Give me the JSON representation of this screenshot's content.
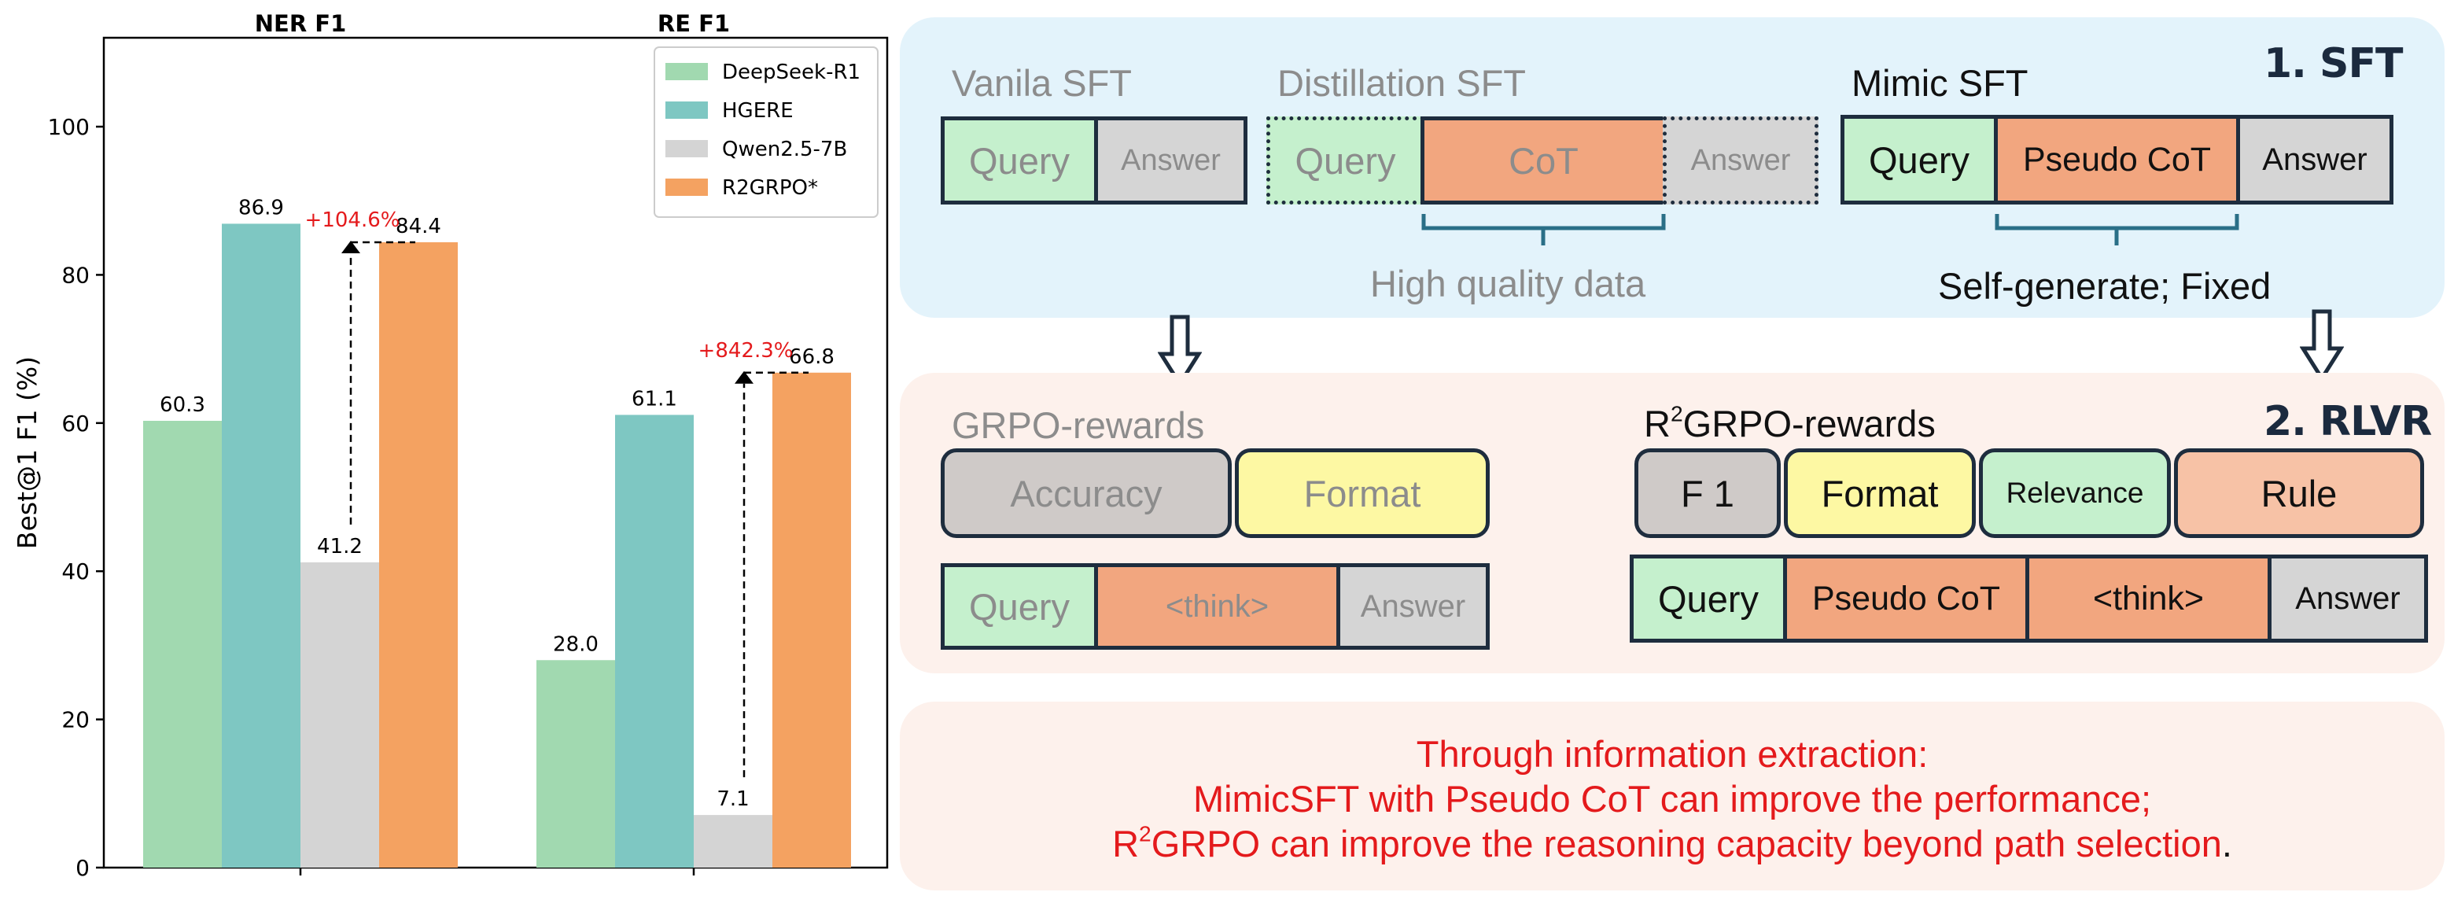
{
  "chart_data": {
    "type": "bar",
    "categories": [
      "NER F1",
      "RE F1"
    ],
    "series": [
      {
        "name": "DeepSeek-R1",
        "color": "#a1d9b0",
        "values": [
          60.3,
          28.0
        ]
      },
      {
        "name": "HGERE",
        "color": "#7ec7c2",
        "values": [
          86.9,
          61.1
        ]
      },
      {
        "name": "Qwen2.5-7B",
        "color": "#d4d4d4",
        "values": [
          41.2,
          7.1
        ]
      },
      {
        "name": "R2GRPO*",
        "color": "#f4a261",
        "values": [
          84.4,
          66.8
        ]
      }
    ],
    "value_labels": [
      [
        "60.3",
        "28.0"
      ],
      [
        "86.9",
        "61.1"
      ],
      [
        "41.2",
        "7.1"
      ],
      [
        "84.4",
        "66.8"
      ]
    ],
    "ylabel": "Best@1 F1 (%)",
    "ylim": [
      0,
      112
    ],
    "yticks": [
      0,
      20,
      40,
      60,
      80,
      100
    ],
    "annotations": [
      {
        "category": 0,
        "text": "+104.6%",
        "from_series": 2,
        "to_series": 3
      },
      {
        "category": 1,
        "text": "+842.3%",
        "from_series": 2,
        "to_series": 3
      }
    ],
    "annotation_color": "#e41a1c",
    "legend": "top-right",
    "grid": false
  },
  "sft": {
    "step_label": "1. SFT",
    "vanilla": {
      "title": "Vanila SFT",
      "query": "Query",
      "answer": "Answer"
    },
    "distill": {
      "title": "Distillation SFT",
      "query": "Query",
      "cot": "CoT",
      "answer": "Answer",
      "caption": "High quality data"
    },
    "mimic": {
      "title": "Mimic SFT",
      "query": "Query",
      "cot": "Pseudo CoT",
      "answer": "Answer",
      "caption": "Self-generate; Fixed"
    }
  },
  "rlvr": {
    "step_label": "2. RLVR",
    "grpo": {
      "title": "GRPO-rewards",
      "accuracy": "Accuracy",
      "format": "Format",
      "query": "Query",
      "think": "<think>",
      "answer": "Answer"
    },
    "r2grpo": {
      "title_r": "R",
      "title_sup": "2",
      "title_rest": "GRPO-rewards",
      "f1": "F 1",
      "format": "Format",
      "relevance": "Relevance",
      "rule": "Rule",
      "query": "Query",
      "cot": "Pseudo CoT",
      "think": "<think>",
      "answer": "Answer"
    }
  },
  "conclusion": {
    "line1": "Through information extraction:",
    "line2": "MimicSFT with Pseudo CoT can improve the performance;",
    "line3_r": "R",
    "line3_sup": "2",
    "line3_rest": "GRPO can improve the reasoning capacity beyond path selection",
    "line3_period": "."
  },
  "colors": {
    "border": "#1e2d3e",
    "bracket": "#2a6f87",
    "sft_panel": "#e3f3fb",
    "rlvr_panel": "#fdf1ec",
    "conclusion_text": "#e41a1c"
  }
}
